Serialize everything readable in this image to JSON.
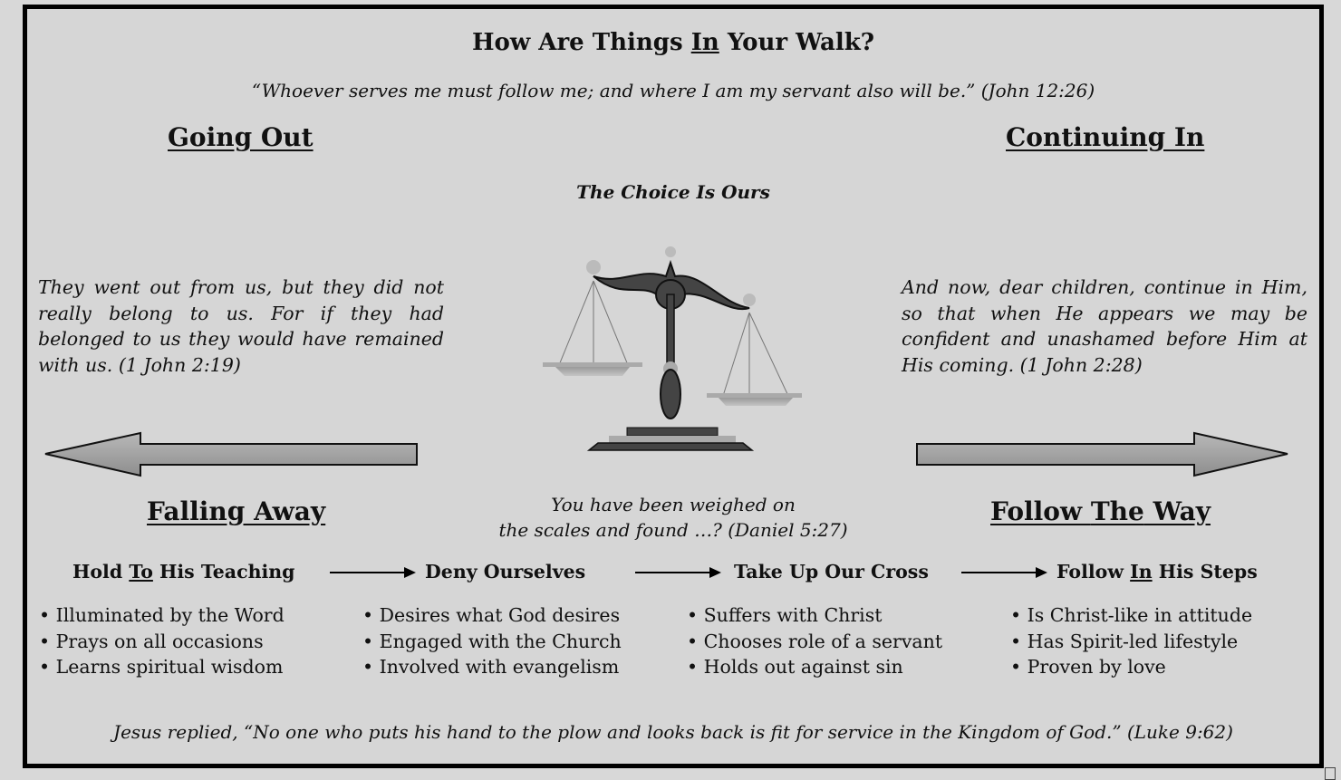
{
  "title": {
    "pre": "How Are Things ",
    "underlined": "In",
    "post": " Your Walk?"
  },
  "quote": "“Whoever serves me must follow me; and where I am my servant also will be.”  (John 12:26)",
  "left_heading": "Going Out",
  "right_heading": "Continuing In",
  "center_caption": "The Choice Is Ours",
  "left_passage": "They went out from us, but they did not really belong to us.  For if they had belonged to us they would have remained with us.  (1 John 2:19)",
  "right_passage": "And now, dear children, continue in Him, so that when He appears we may be confident and unashamed before Him at His coming.  (1 John 2:28)",
  "left_outcome": "Falling Away",
  "right_outcome": {
    "pre": "Follow ",
    "underlined": "The",
    "post": " Way"
  },
  "weighed": {
    "line1": "You have been weighed on",
    "line2": "the scales and found …?  (Daniel 5:27)"
  },
  "steps": [
    {
      "pre": "Hold ",
      "underlined": "To",
      "post": " His Teaching",
      "bullets": [
        "• Illuminated by the Word",
        "• Prays on all occasions",
        "• Learns spiritual wisdom"
      ]
    },
    {
      "pre": "Deny Ourselves",
      "underlined": "",
      "post": "",
      "bullets": [
        "• Desires what God desires",
        "• Engaged with the Church",
        "• Involved with evangelism"
      ]
    },
    {
      "pre": "Take Up Our Cross",
      "underlined": "",
      "post": "",
      "bullets": [
        "• Suffers with Christ",
        "• Chooses role of a servant",
        "• Holds out against sin"
      ]
    },
    {
      "pre": "Follow ",
      "underlined": "In",
      "post": " His Steps",
      "bullets": [
        "• Is Christ-like in attitude",
        "• Has Spirit-led lifestyle",
        "• Proven by love"
      ]
    }
  ],
  "footer": "Jesus replied, “No one who puts his hand to the plow and looks back is fit for service in the Kingdom of God.”  (Luke 9:62)"
}
